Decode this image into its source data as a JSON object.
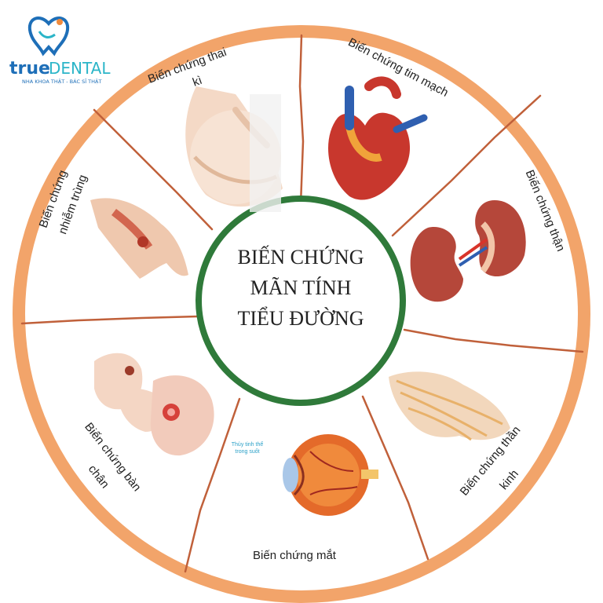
{
  "logo": {
    "word_true": "true",
    "word_dental": "DENTAL",
    "tagline": "NHA KHOA THẬT - BÁC SĨ THẬT",
    "colors": {
      "blue": "#1e6fb8",
      "teal": "#2bb5c8",
      "orange": "#f08a3c"
    }
  },
  "center": {
    "lines": [
      "BIẾN CHỨNG",
      "MÃN TÍNH",
      "TIỂU ĐƯỜNG"
    ],
    "ring_color": "#2f7a3a"
  },
  "wheel": {
    "rim_color": "#f2a46a",
    "divider_color": "#c0603a"
  },
  "segments": [
    {
      "id": "pregnancy",
      "label_lines": [
        "Biến chứng thai",
        "kì"
      ],
      "icon": "pregnant-belly-icon"
    },
    {
      "id": "heart",
      "label_lines": [
        "Biến chứng tim mạch"
      ],
      "icon": "heart-icon"
    },
    {
      "id": "kidney",
      "label_lines": [
        "Biến chứng thận"
      ],
      "icon": "kidney-icon"
    },
    {
      "id": "nerve",
      "label_lines": [
        "Biến chứng thần",
        "kinh"
      ],
      "icon": "nerve-hand-icon"
    },
    {
      "id": "eye",
      "label_lines": [
        "Biến chứng mắt"
      ],
      "icon": "eye-icon",
      "annotation_lines": [
        "Thủy tinh thể",
        "trong suốt"
      ]
    },
    {
      "id": "foot",
      "label_lines": [
        "Biến chứng bàn",
        "chân"
      ],
      "icon": "feet-ulcer-icon"
    },
    {
      "id": "infection",
      "label_lines": [
        "Biến chứng",
        "nhiễm trùng"
      ],
      "icon": "infected-hand-icon"
    }
  ]
}
